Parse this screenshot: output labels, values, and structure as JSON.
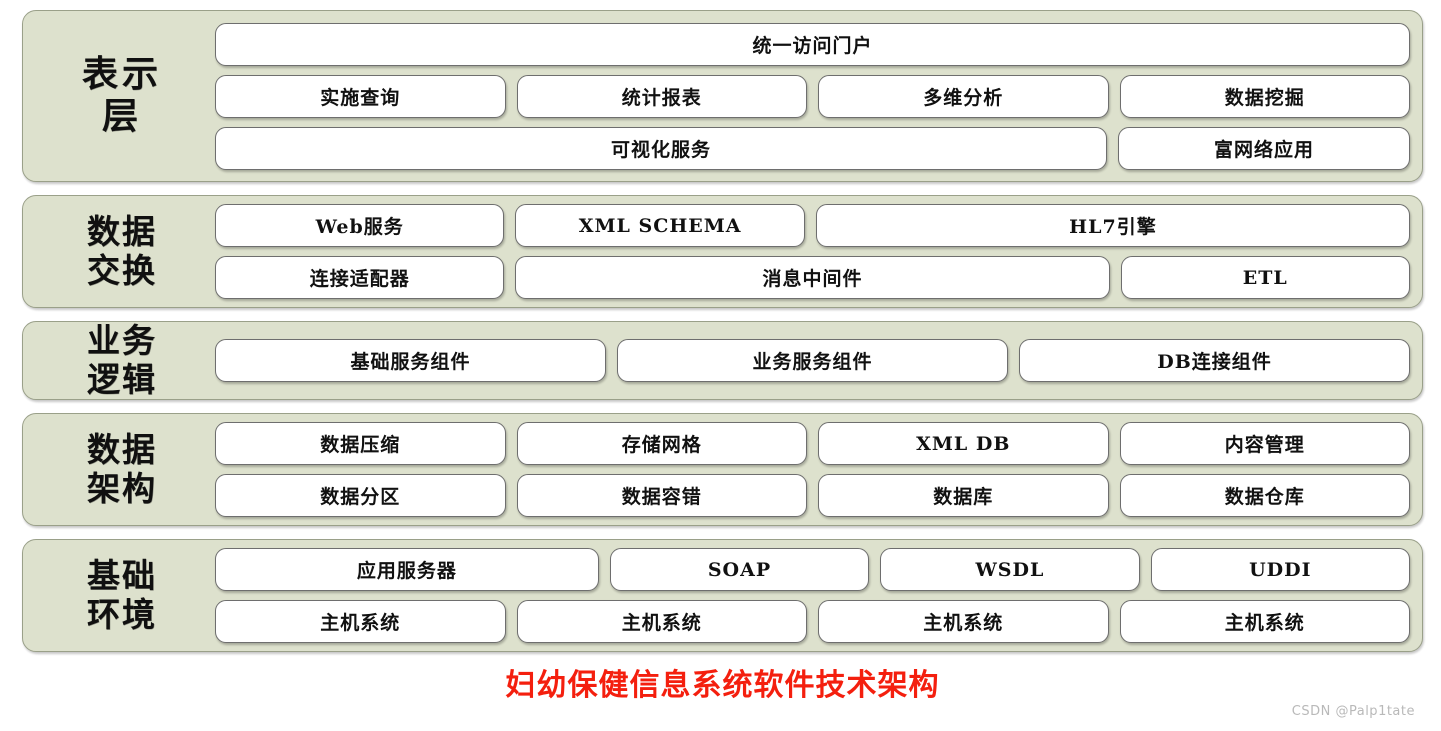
{
  "diagram": {
    "caption": "妇幼保健信息系统软件技术架构",
    "watermark": "CSDN @Palp1tate",
    "colors": {
      "band_fill": "#dde1cd",
      "band_border": "#9aa089",
      "node_fill": "#ffffff",
      "node_border": "#6e6e6e",
      "caption_text": "#f41f0e",
      "watermark_text": "#b9b9b9",
      "page_background": "#ffffff"
    },
    "layers": [
      {
        "id": "presentation",
        "label": "表示\n层",
        "label_plain": "表示层",
        "rows": [
          [
            {
              "label": "统一访问门户",
              "span": 4
            }
          ],
          [
            {
              "label": "实施查询",
              "span": 1
            },
            {
              "label": "统计报表",
              "span": 1
            },
            {
              "label": "多维分析",
              "span": 1
            },
            {
              "label": "数据挖掘",
              "span": 1
            }
          ],
          [
            {
              "label": "可视化服务",
              "span": 3
            },
            {
              "label": "富网络应用",
              "span": 1
            }
          ]
        ]
      },
      {
        "id": "data-exchange",
        "label": "数据\n交换",
        "label_plain": "数据交换",
        "rows": [
          [
            {
              "label": "Web服务",
              "span": 1
            },
            {
              "label": "XML  SCHEMA",
              "span": 1
            },
            {
              "label": "HL7引擎",
              "span": 2
            }
          ],
          [
            {
              "label": "连接适配器",
              "span": 1
            },
            {
              "label": "消息中间件",
              "span": 2
            },
            {
              "label": "ETL",
              "span": 1
            }
          ]
        ]
      },
      {
        "id": "business-logic",
        "label": "业务\n逻辑",
        "label_plain": "业务逻辑",
        "rows": [
          [
            {
              "label": "基础服务组件",
              "span": 1
            },
            {
              "label": "业务服务组件",
              "span": 1
            },
            {
              "label": "DB连接组件",
              "span": 1
            }
          ]
        ]
      },
      {
        "id": "data-architecture",
        "label": "数据\n架构",
        "label_plain": "数据架构",
        "rows": [
          [
            {
              "label": "数据压缩",
              "span": 1
            },
            {
              "label": "存储网格",
              "span": 1
            },
            {
              "label": "XML  DB",
              "span": 1
            },
            {
              "label": "内容管理",
              "span": 1
            }
          ],
          [
            {
              "label": "数据分区",
              "span": 1
            },
            {
              "label": "数据容错",
              "span": 1
            },
            {
              "label": "数据库",
              "span": 1
            },
            {
              "label": "数据仓库",
              "span": 1
            }
          ]
        ]
      },
      {
        "id": "infrastructure",
        "label": "基础\n环境",
        "label_plain": "基础环境",
        "rows": [
          [
            {
              "label": "应用服务器",
              "span": 1.32
            },
            {
              "label": "SOAP",
              "span": 0.89
            },
            {
              "label": "WSDL",
              "span": 0.89
            },
            {
              "label": "UDDI",
              "span": 0.89
            }
          ],
          [
            {
              "label": "主机系统",
              "span": 1
            },
            {
              "label": "主机系统",
              "span": 1
            },
            {
              "label": "主机系统",
              "span": 1
            },
            {
              "label": "主机系统",
              "span": 1
            }
          ]
        ]
      }
    ]
  }
}
